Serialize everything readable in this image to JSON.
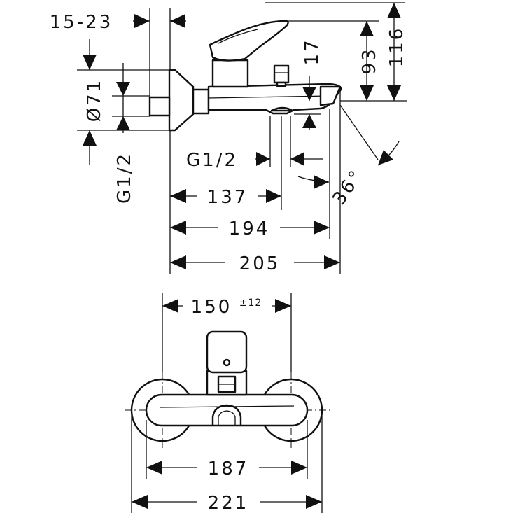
{
  "side_view": {
    "dim_inlet_offset": "15-23",
    "dim_diameter": "Ø71",
    "dim_thread_left": "G1/2",
    "dim_thread_bottom": "G1/2",
    "dim_17": "17",
    "dim_93": "93",
    "dim_116": "116",
    "dim_137": "137",
    "dim_194": "194",
    "dim_205": "205",
    "dim_angle": "36°"
  },
  "front_view": {
    "dim_150": "150",
    "dim_150_tolerance": "±12",
    "dim_187": "187",
    "dim_221": "221"
  }
}
